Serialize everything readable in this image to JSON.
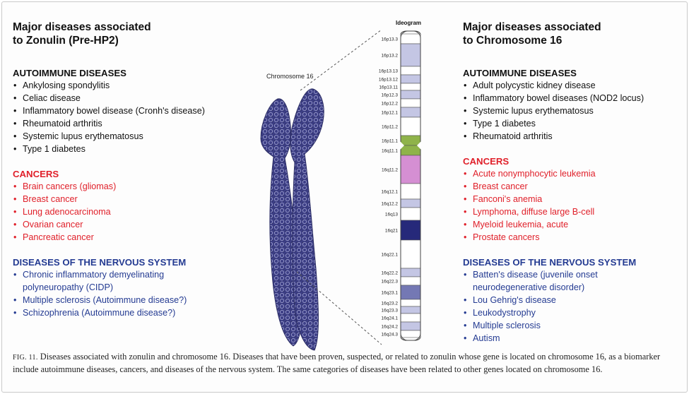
{
  "left": {
    "title_line1": "Major diseases associated",
    "title_line2": "to Zonulin (Pre-HP2)",
    "autoimmune_heading": "AUTOIMMUNE DISEASES",
    "autoimmune": [
      "Ankylosing spondylitis",
      "Celiac disease",
      "Inflammatory bowel disease (Cronh's disease)",
      "Rheumatoid arthritis",
      "Systemic lupus erythematosus",
      "Type 1 diabetes"
    ],
    "cancers_heading": "CANCERS",
    "cancers": [
      "Brain cancers (gliomas)",
      "Breast cancer",
      "Lung adenocarcinoma",
      "Ovarian cancer",
      "Pancreatic cancer"
    ],
    "nervous_heading": "DISEASES OF THE NERVOUS SYSTEM",
    "nervous": [
      "Chronic inflammatory demyelinating polyneuropathy (CIDP)",
      "Multiple sclerosis (Autoimmune disease?)",
      "Schizophrenia (Autoimmune disease?)"
    ]
  },
  "right": {
    "title_line1": "Major diseases associated",
    "title_line2": "to Chromosome 16",
    "autoimmune_heading": "AUTOIMMUNE DISEASES",
    "autoimmune": [
      "Adult polycystic kidney disease",
      "Inflammatory bowel diseases (NOD2 locus)",
      "Systemic lupus erythematosus",
      "Type 1 diabetes",
      "Rheumatoid arthritis"
    ],
    "cancers_heading": "CANCERS",
    "cancers": [
      "Acute nonymphocytic leukemia",
      "Breast cancer",
      "Fanconi's anemia",
      "Lymphoma, diffuse large B-cell",
      "Myeloid leukemia, acute",
      "Prostate cancers"
    ],
    "nervous_heading": "DISEASES OF THE NERVOUS SYSTEM",
    "nervous": [
      "Batten's disease (juvenile onset neurodegenerative disorder)",
      "Lou Gehrig's disease",
      "Leukodystrophy",
      "Multiple sclerosis",
      "Autism"
    ]
  },
  "chromosome_label": "Chromosome 16",
  "ideogram": {
    "title": "Ideogram",
    "bands": [
      {
        "label": "16p13.3",
        "color": "#ffffff"
      },
      {
        "label": "16p13.2",
        "color": "#c4c6e4"
      },
      {
        "label": "16p13.13",
        "color": "#ffffff"
      },
      {
        "label": "16p13.12",
        "color": "#c4c6e4"
      },
      {
        "label": "16p13.11",
        "color": "#ffffff"
      },
      {
        "label": "16p12.3",
        "color": "#c4c6e4"
      },
      {
        "label": "16p12.2",
        "color": "#ffffff"
      },
      {
        "label": "16p12.1",
        "color": "#c4c6e4"
      },
      {
        "label": "16p11.2",
        "color": "#ffffff"
      },
      {
        "label": "16p11.1",
        "color": "#8fb34a"
      },
      {
        "label": "16q11.1",
        "color": "#8fb34a"
      },
      {
        "label": "16q11.2",
        "color": "#d58fd3"
      },
      {
        "label": "16q12.1",
        "color": "#ffffff"
      },
      {
        "label": "16q12.2",
        "color": "#c4c6e4"
      },
      {
        "label": "16q13",
        "color": "#ffffff"
      },
      {
        "label": "16q21",
        "color": "#26297a"
      },
      {
        "label": "16q22.1",
        "color": "#ffffff"
      },
      {
        "label": "16q22.2",
        "color": "#c4c6e4"
      },
      {
        "label": "16q22.3",
        "color": "#ffffff"
      },
      {
        "label": "16q23.1",
        "color": "#7478b4"
      },
      {
        "label": "16q23.2",
        "color": "#ffffff"
      },
      {
        "label": "16q23.3",
        "color": "#c4c6e4"
      },
      {
        "label": "16q24.1",
        "color": "#ffffff"
      },
      {
        "label": "16q24.2",
        "color": "#c4c6e4"
      },
      {
        "label": "16q24.3",
        "color": "#ffffff"
      }
    ]
  },
  "caption": {
    "fig": "FIG. 11.",
    "text": "Diseases associated with zonulin and chromosome 16. Diseases that have been proven, suspected, or related to zonulin whose gene is located on chromosome 16, as a biomarker include autoimmune diseases, cancers, and diseases of the nervous system. The same categories of diseases have been related to other genes located on chromosome 16."
  },
  "colors": {
    "red": "#e0202a",
    "blue": "#243b92",
    "chromosome": "#3d3f86"
  }
}
